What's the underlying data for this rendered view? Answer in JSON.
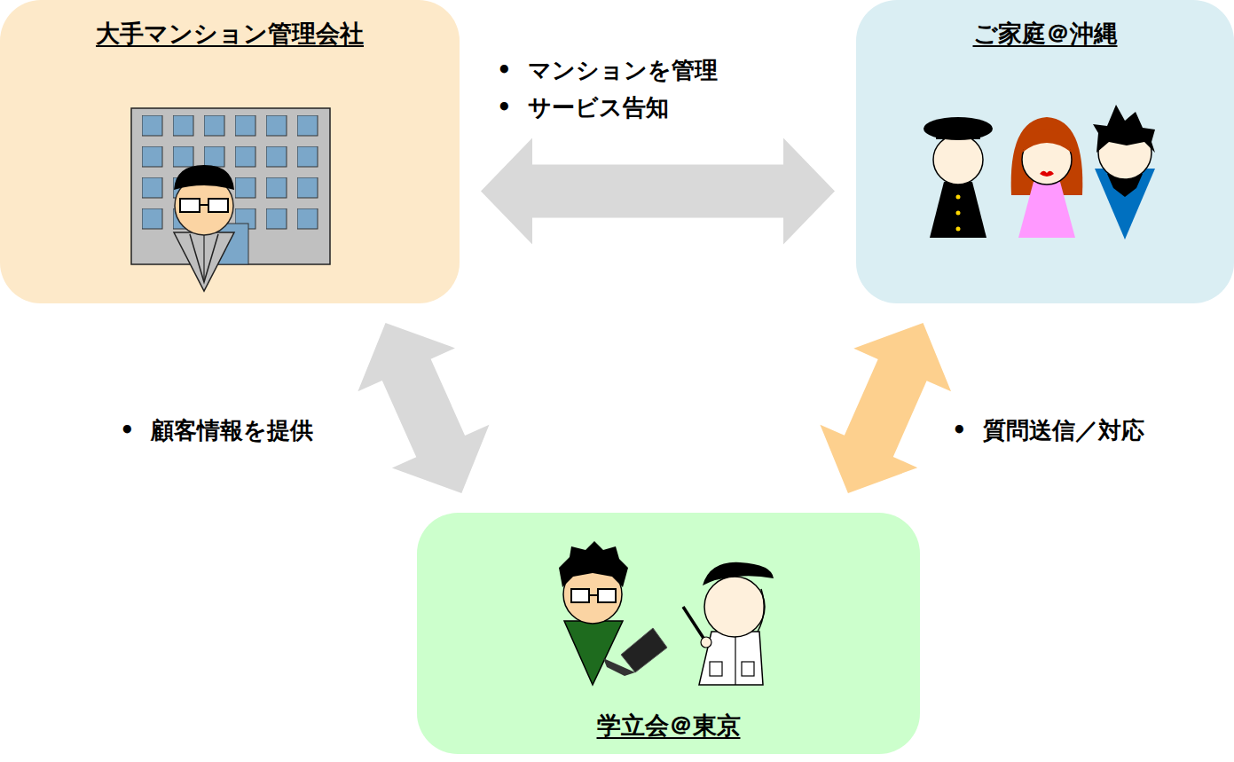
{
  "diagram": {
    "nodes": [
      {
        "text": [
          "大手マンション管理会社"
        ]
      },
      {
        "text": [
          "ご家庭＠沖縄"
        ]
      },
      {
        "text": [
          "学立会＠東京"
        ]
      }
    ],
    "edges": [
      {
        "from": 0,
        "to": 1,
        "arrow": "both",
        "label": "•  マンションを管理 •  サービス告知"
      },
      {
        "from": 0,
        "to": 2,
        "arrow": "both",
        "label": "•  顧客情報を提供"
      },
      {
        "from": 2,
        "to": 1,
        "arrow": "both",
        "label": "•  質問送信／対応"
      }
    ]
  }
}
